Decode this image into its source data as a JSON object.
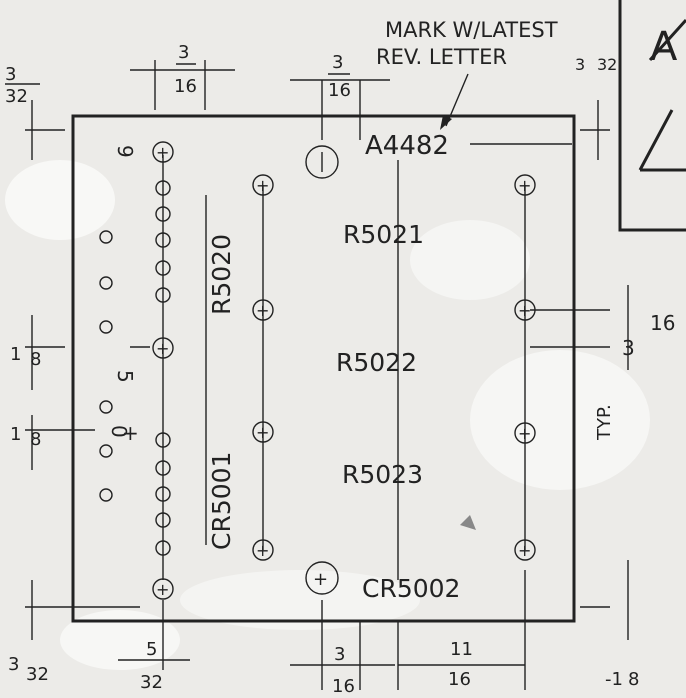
{
  "note": {
    "line1": "MARK W/LATEST",
    "line2": "REV. LETTER"
  },
  "board_id": "A4482",
  "components": {
    "r5020": "R5020",
    "r5021": "R5021",
    "r5022": "R5022",
    "r5023": "R5023",
    "cr5001": "CR5001",
    "cr5002": "CR5002"
  },
  "pin_labels": {
    "pin9": "9",
    "pin5": "5",
    "pin0": "0"
  },
  "dimensions": {
    "top_left_v": {
      "num": "3",
      "den": "32"
    },
    "top_col": {
      "num": "3",
      "den": "16"
    },
    "top_mid": {
      "num": "3",
      "den": "16"
    },
    "top_right_v": {
      "num": "3",
      "den": "32"
    },
    "left_1": {
      "num": "1",
      "den": "8"
    },
    "left_2": {
      "num": "1",
      "den": "8"
    },
    "right_mid": {
      "num": "3",
      "den": "16",
      "suffix": "TYP."
    },
    "bottom_left_v": {
      "num": "3",
      "den": "32"
    },
    "bottom_col": {
      "num": "5",
      "den": "32"
    },
    "bottom_mid": {
      "num": "3",
      "den": "16"
    },
    "bottom_right": {
      "num": "11",
      "den": "16"
    },
    "bottom_right_v": {
      "text": "-1",
      "den": "8"
    }
  },
  "revision_mark": "A"
}
